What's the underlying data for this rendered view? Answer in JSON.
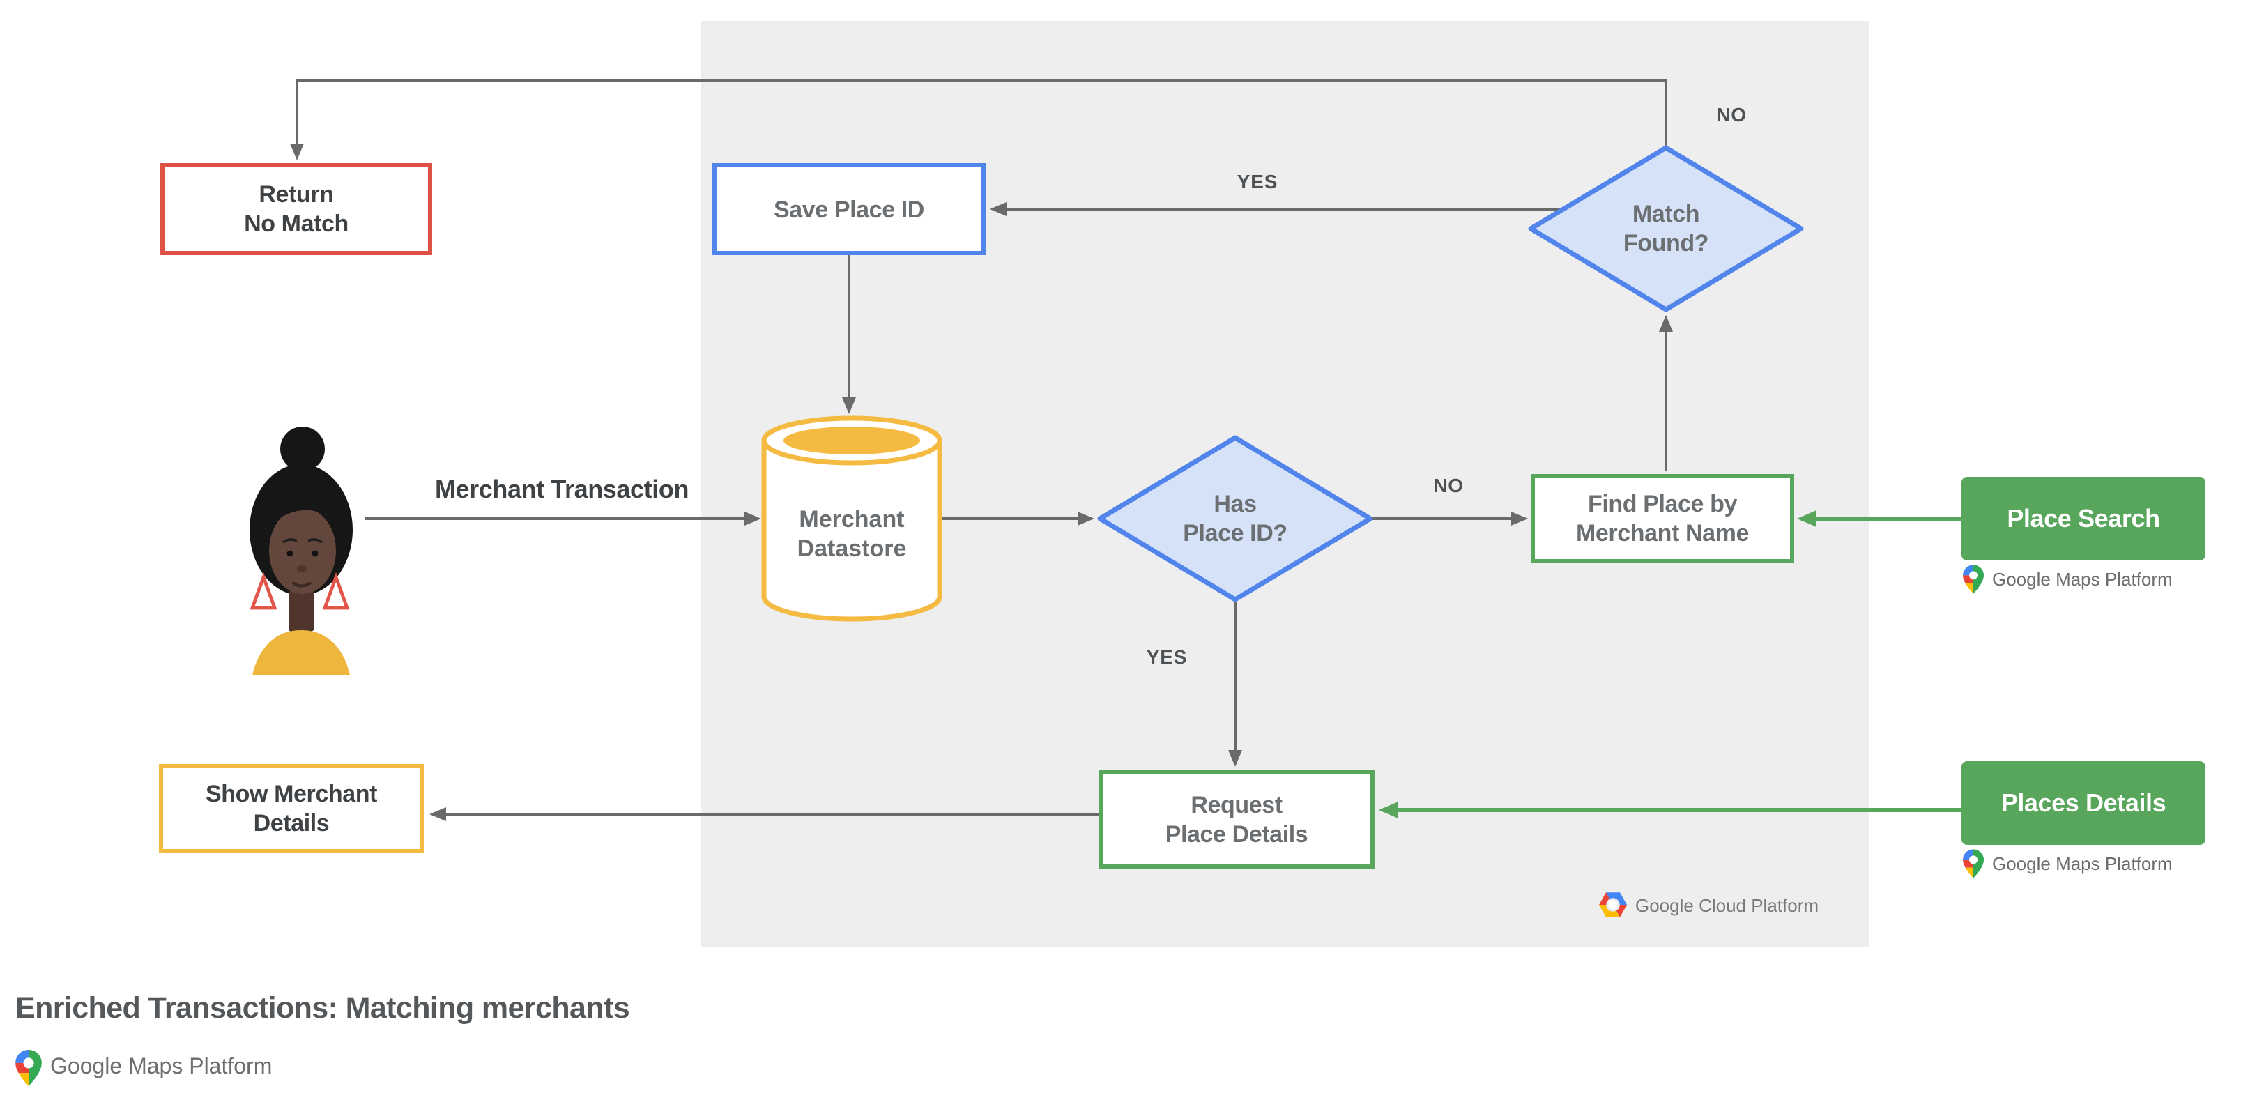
{
  "title": "Enriched Transactions: Matching merchants",
  "nodes": {
    "return_no_match": {
      "lines": [
        "Return",
        "No Match"
      ]
    },
    "save_place_id": {
      "lines": [
        "Save Place ID"
      ]
    },
    "match_found": {
      "lines": [
        "Match",
        "Found?"
      ]
    },
    "merchant_datastore": {
      "lines": [
        "Merchant",
        "Datastore"
      ]
    },
    "has_place_id": {
      "lines": [
        "Has",
        "Place ID?"
      ]
    },
    "find_place": {
      "lines": [
        "Find Place by",
        "Merchant Name"
      ]
    },
    "request_place_details": {
      "lines": [
        "Request",
        "Place Details"
      ]
    },
    "show_merchant_details": {
      "lines": [
        "Show Merchant",
        "Details"
      ]
    },
    "place_search": {
      "lines": [
        "Place Search"
      ]
    },
    "places_details": {
      "lines": [
        "Places Details"
      ]
    }
  },
  "edge_labels": {
    "match_found_no": "NO",
    "match_found_yes": "YES",
    "has_place_id_no": "NO",
    "has_place_id_yes": "YES",
    "merchant_transaction": "Merchant Transaction"
  },
  "logos": {
    "gcp": "Google Cloud Platform",
    "gmp": "Google Maps Platform"
  },
  "colors": {
    "red_border": "#DE5246",
    "blue_border": "#5185EC",
    "diamond_fill": "#D6E2F8",
    "yellow_border": "#F5BA41",
    "green": "#58A55C",
    "line_gray": "#6A6A6A",
    "panel_bg": "#EEEEEE",
    "text_dark": "#3F4245",
    "text_gray": "#6B6F72",
    "google_blue": "#4285F4",
    "google_red": "#EA4335",
    "google_yellow": "#FBBC04",
    "google_green": "#34A853"
  }
}
